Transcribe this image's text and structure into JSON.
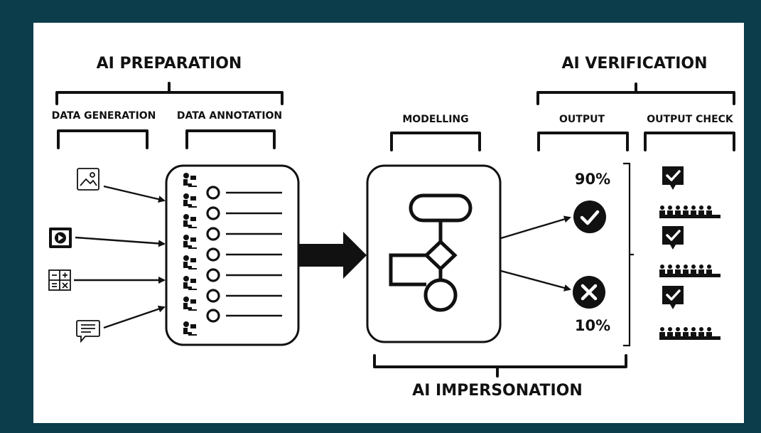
{
  "groups": {
    "preparation": "AI PREPARATION",
    "verification": "AI VERIFICATION",
    "impersonation": "AI IMPERSONATION"
  },
  "stages": {
    "data_generation": "DATA GENERATION",
    "data_annotation": "DATA ANNOTATION",
    "modelling": "MODELLING",
    "output": "OUTPUT",
    "output_check": "OUTPUT CHECK"
  },
  "inputs": [
    "image-icon",
    "video-icon",
    "calculator-icon",
    "chat-message-icon"
  ],
  "annotation_rows": 7,
  "outputs": [
    {
      "percent": "90%",
      "result": "check-circle-icon"
    },
    {
      "percent": "10%",
      "result": "x-circle-icon"
    }
  ],
  "output_checks": 3,
  "colors": {
    "frame": "#0b3d4a",
    "panel": "#ffffff",
    "ink": "#111111"
  }
}
